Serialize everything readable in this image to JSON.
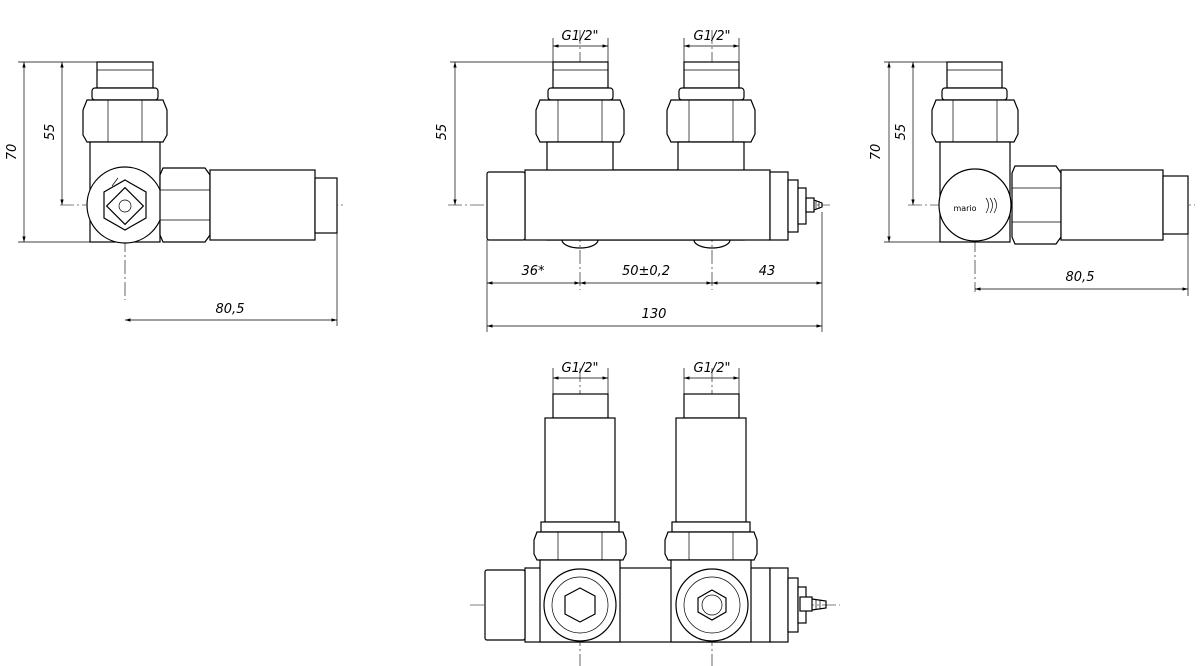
{
  "dimensions": {
    "left_height_total": "70",
    "left_height_axis": "55",
    "left_length": "80,5",
    "front_thread_left": "G1/2\"",
    "front_thread_right": "G1/2\"",
    "front_height": "55",
    "front_seg_left": "36*",
    "front_seg_mid": "50±0,2",
    "front_seg_right": "43",
    "front_total": "130",
    "right_height_total": "70",
    "right_height_axis": "55",
    "right_length": "80,5",
    "bottom_thread_left": "G1/2\"",
    "bottom_thread_right": "G1/2\""
  },
  "brand": "mario"
}
